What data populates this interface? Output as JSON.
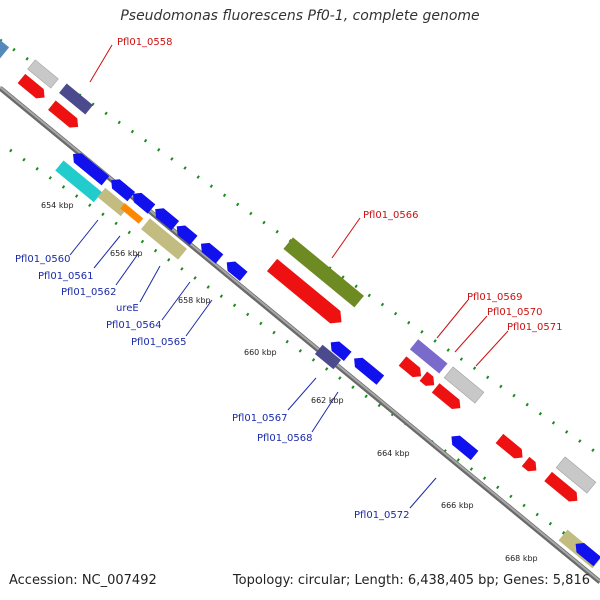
{
  "title": "Pseudomonas fluorescens Pf0-1, complete genome",
  "footer": {
    "accession": "Accession: NC_007492",
    "summary": "Topology: circular; Length: 6,438,405 bp; Genes: 5,816"
  },
  "scale_labels": [
    "654 kbp",
    "656 kbp",
    "658 kbp",
    "660 kbp",
    "662 kbp",
    "664 kbp",
    "666 kbp",
    "668 kbp"
  ],
  "gene_labels": {
    "forward": [
      "Pfl01_0558",
      "Pfl01_0566",
      "Pfl01_0569",
      "Pfl01_0570",
      "Pfl01_0571"
    ],
    "reverse": [
      "Pfl01_0560",
      "Pfl01_0561",
      "Pfl01_0562",
      "ureE",
      "Pfl01_0564",
      "Pfl01_0565",
      "Pfl01_0567",
      "Pfl01_0568",
      "Pfl01_0572"
    ]
  },
  "colors": {
    "forward_cds": "#ee1111",
    "reverse_cds": "#1111ee",
    "backbone": "#888888",
    "tick": "#1e8a1e",
    "gray_feature": "#c8c8c8",
    "dark_purple": "#4a4a8c",
    "purple": "#7a6acc",
    "olive": "#6e8a22",
    "khaki": "#c2bc80",
    "cyan": "#22cccc",
    "orange": "#ff8800",
    "steelblue": "#5588bb"
  }
}
